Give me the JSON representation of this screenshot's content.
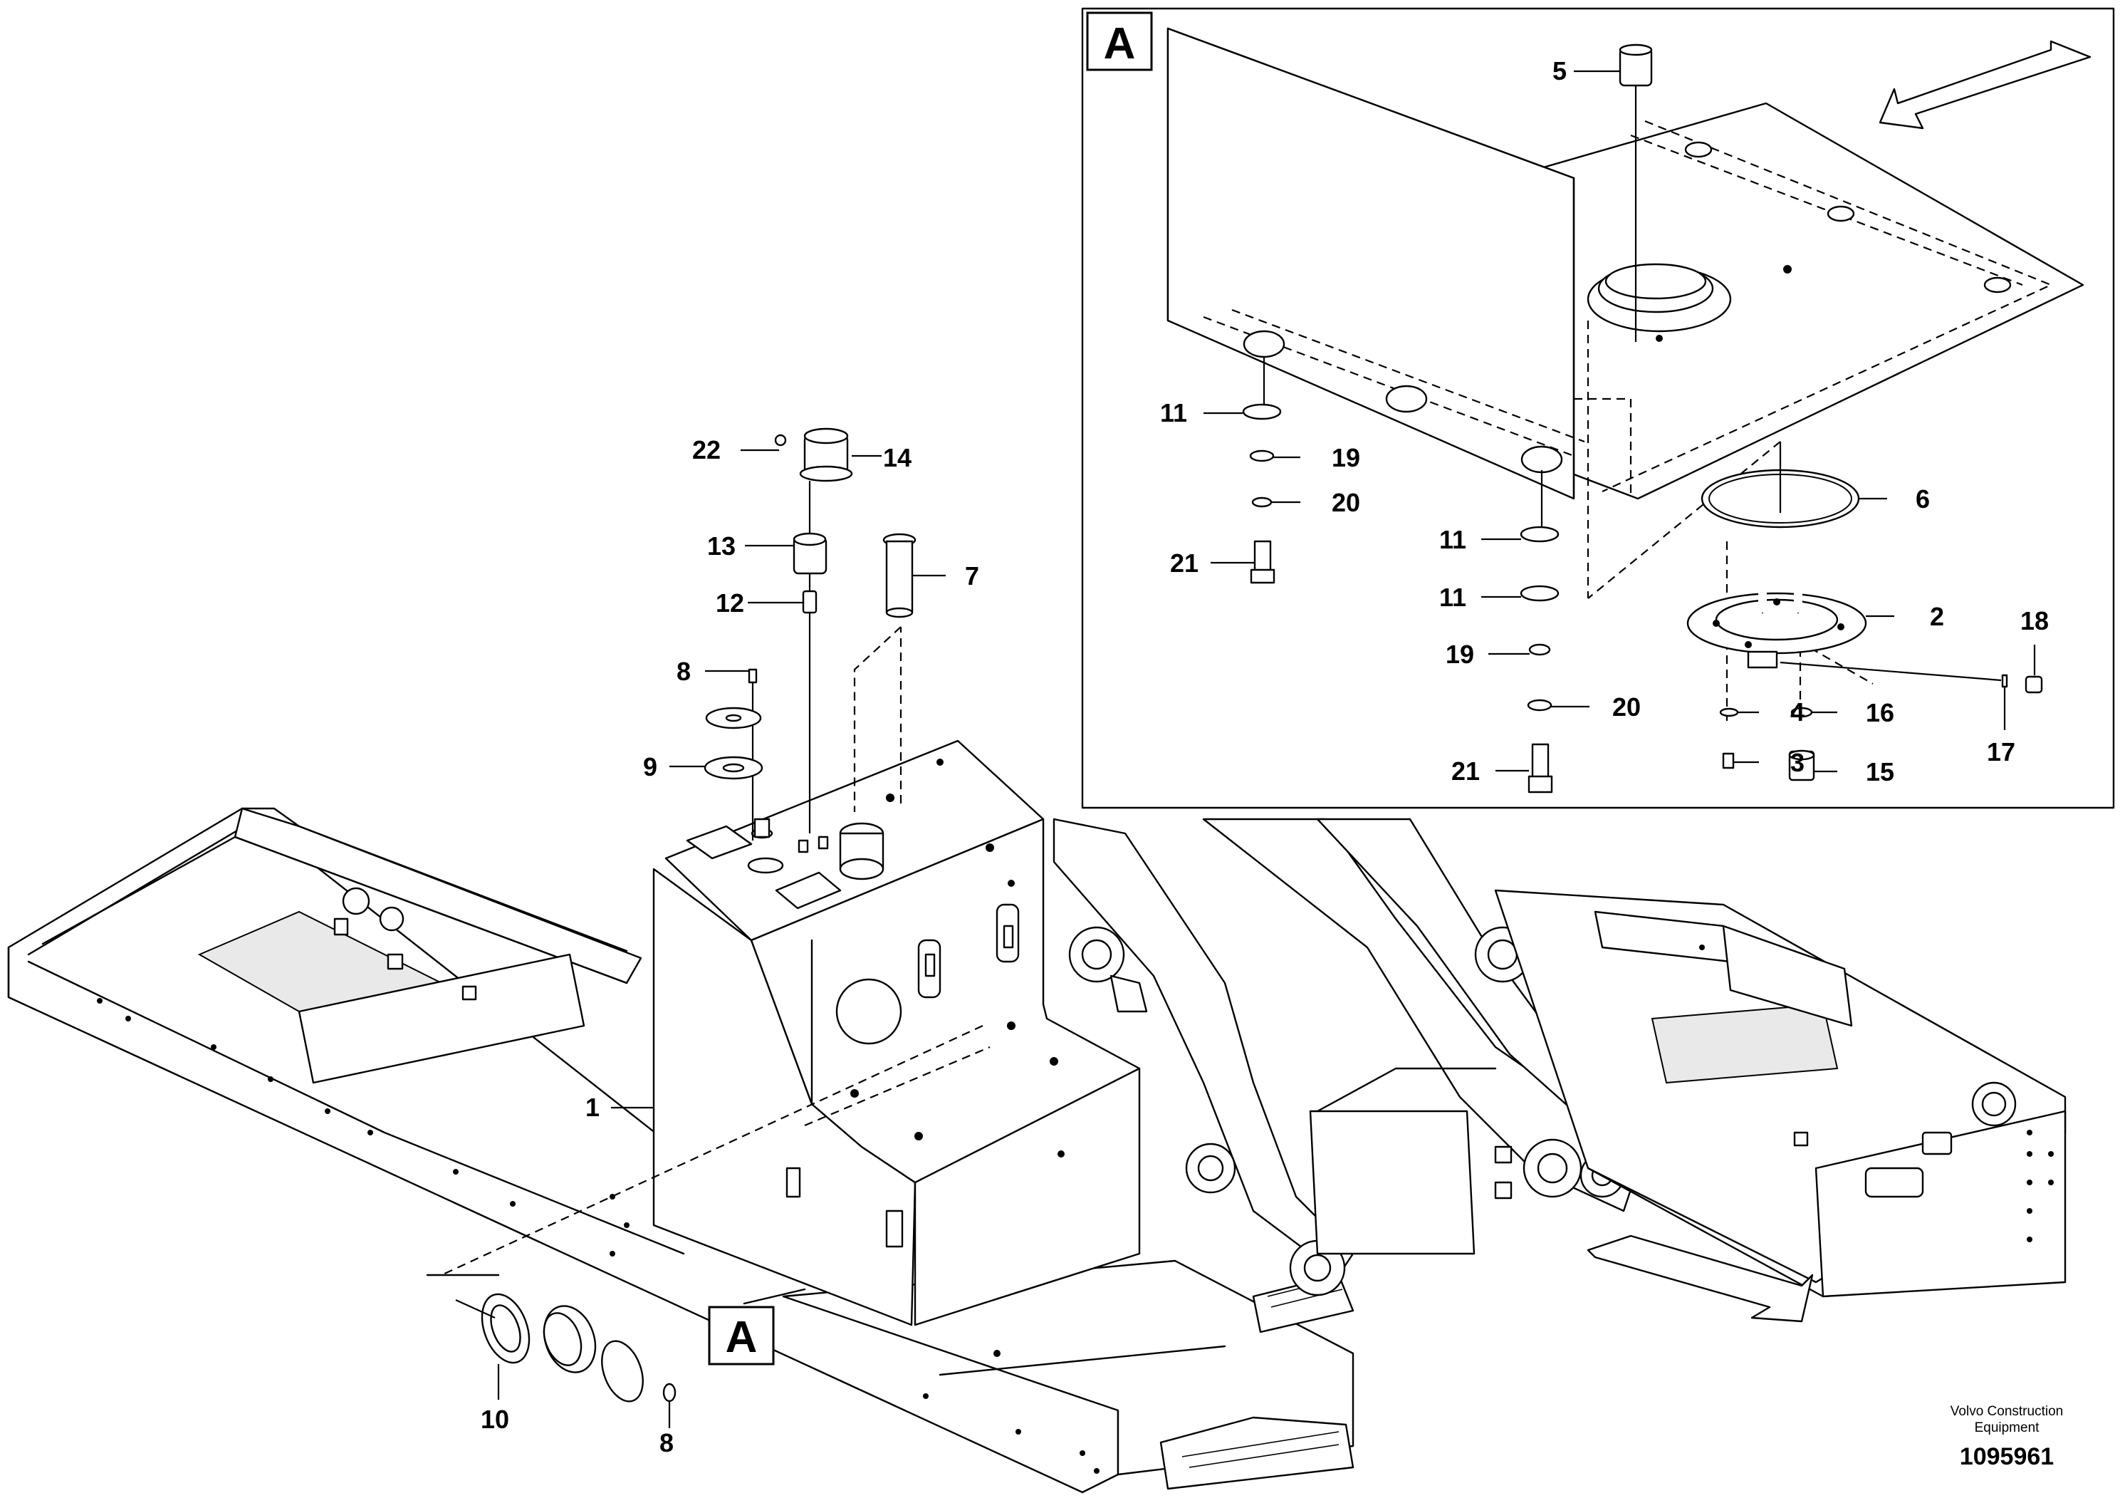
{
  "inset": {
    "label": "A"
  },
  "main_view": {
    "label": "A"
  },
  "callouts": {
    "c1": "1",
    "c2": "2",
    "c3": "3",
    "c4": "4",
    "c5": "5",
    "c6": "6",
    "c7": "7",
    "c8a": "8",
    "c8b": "8",
    "c9": "9",
    "c10": "10",
    "c11a": "11",
    "c11b": "11",
    "c11c": "11",
    "c12": "12",
    "c13": "13",
    "c14": "14",
    "c15": "15",
    "c16": "16",
    "c17": "17",
    "c18": "18",
    "c19a": "19",
    "c19b": "19",
    "c20a": "20",
    "c20b": "20",
    "c21a": "21",
    "c21b": "21",
    "c22": "22"
  },
  "footer": {
    "company_line1": "Volvo Construction",
    "company_line2": "Equipment",
    "document_number": "1095961"
  }
}
